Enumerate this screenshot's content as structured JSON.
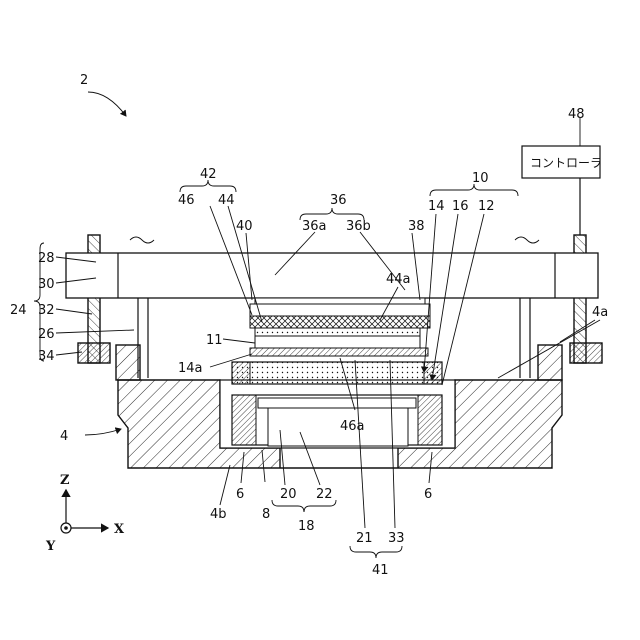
{
  "figure": {
    "ref_main": "2",
    "controller_ref": "48",
    "controller_label": "コントローラ",
    "axes": {
      "z": "Z",
      "y": "Y",
      "x": "X"
    }
  },
  "labels": {
    "l4": "4",
    "l4a": "4a",
    "l4b": "4b",
    "l6a": "6",
    "l6b": "6",
    "l8": "8",
    "l10": "10",
    "l11": "11",
    "l12": "12",
    "l14": "14",
    "l14a": "14a",
    "l16": "16",
    "l18": "18",
    "l20": "20",
    "l21": "21",
    "l22": "22",
    "l24": "24",
    "l26": "26",
    "l28": "28",
    "l30": "30",
    "l32": "32",
    "l33": "33",
    "l34": "34",
    "l36": "36",
    "l36a": "36a",
    "l36b": "36b",
    "l38": "38",
    "l40": "40",
    "l41": "41",
    "l42": "42",
    "l44": "44",
    "l44a": "44a",
    "l46": "46",
    "l46a": "46a"
  },
  "colors": {
    "line": "#111111",
    "background": "#ffffff"
  }
}
